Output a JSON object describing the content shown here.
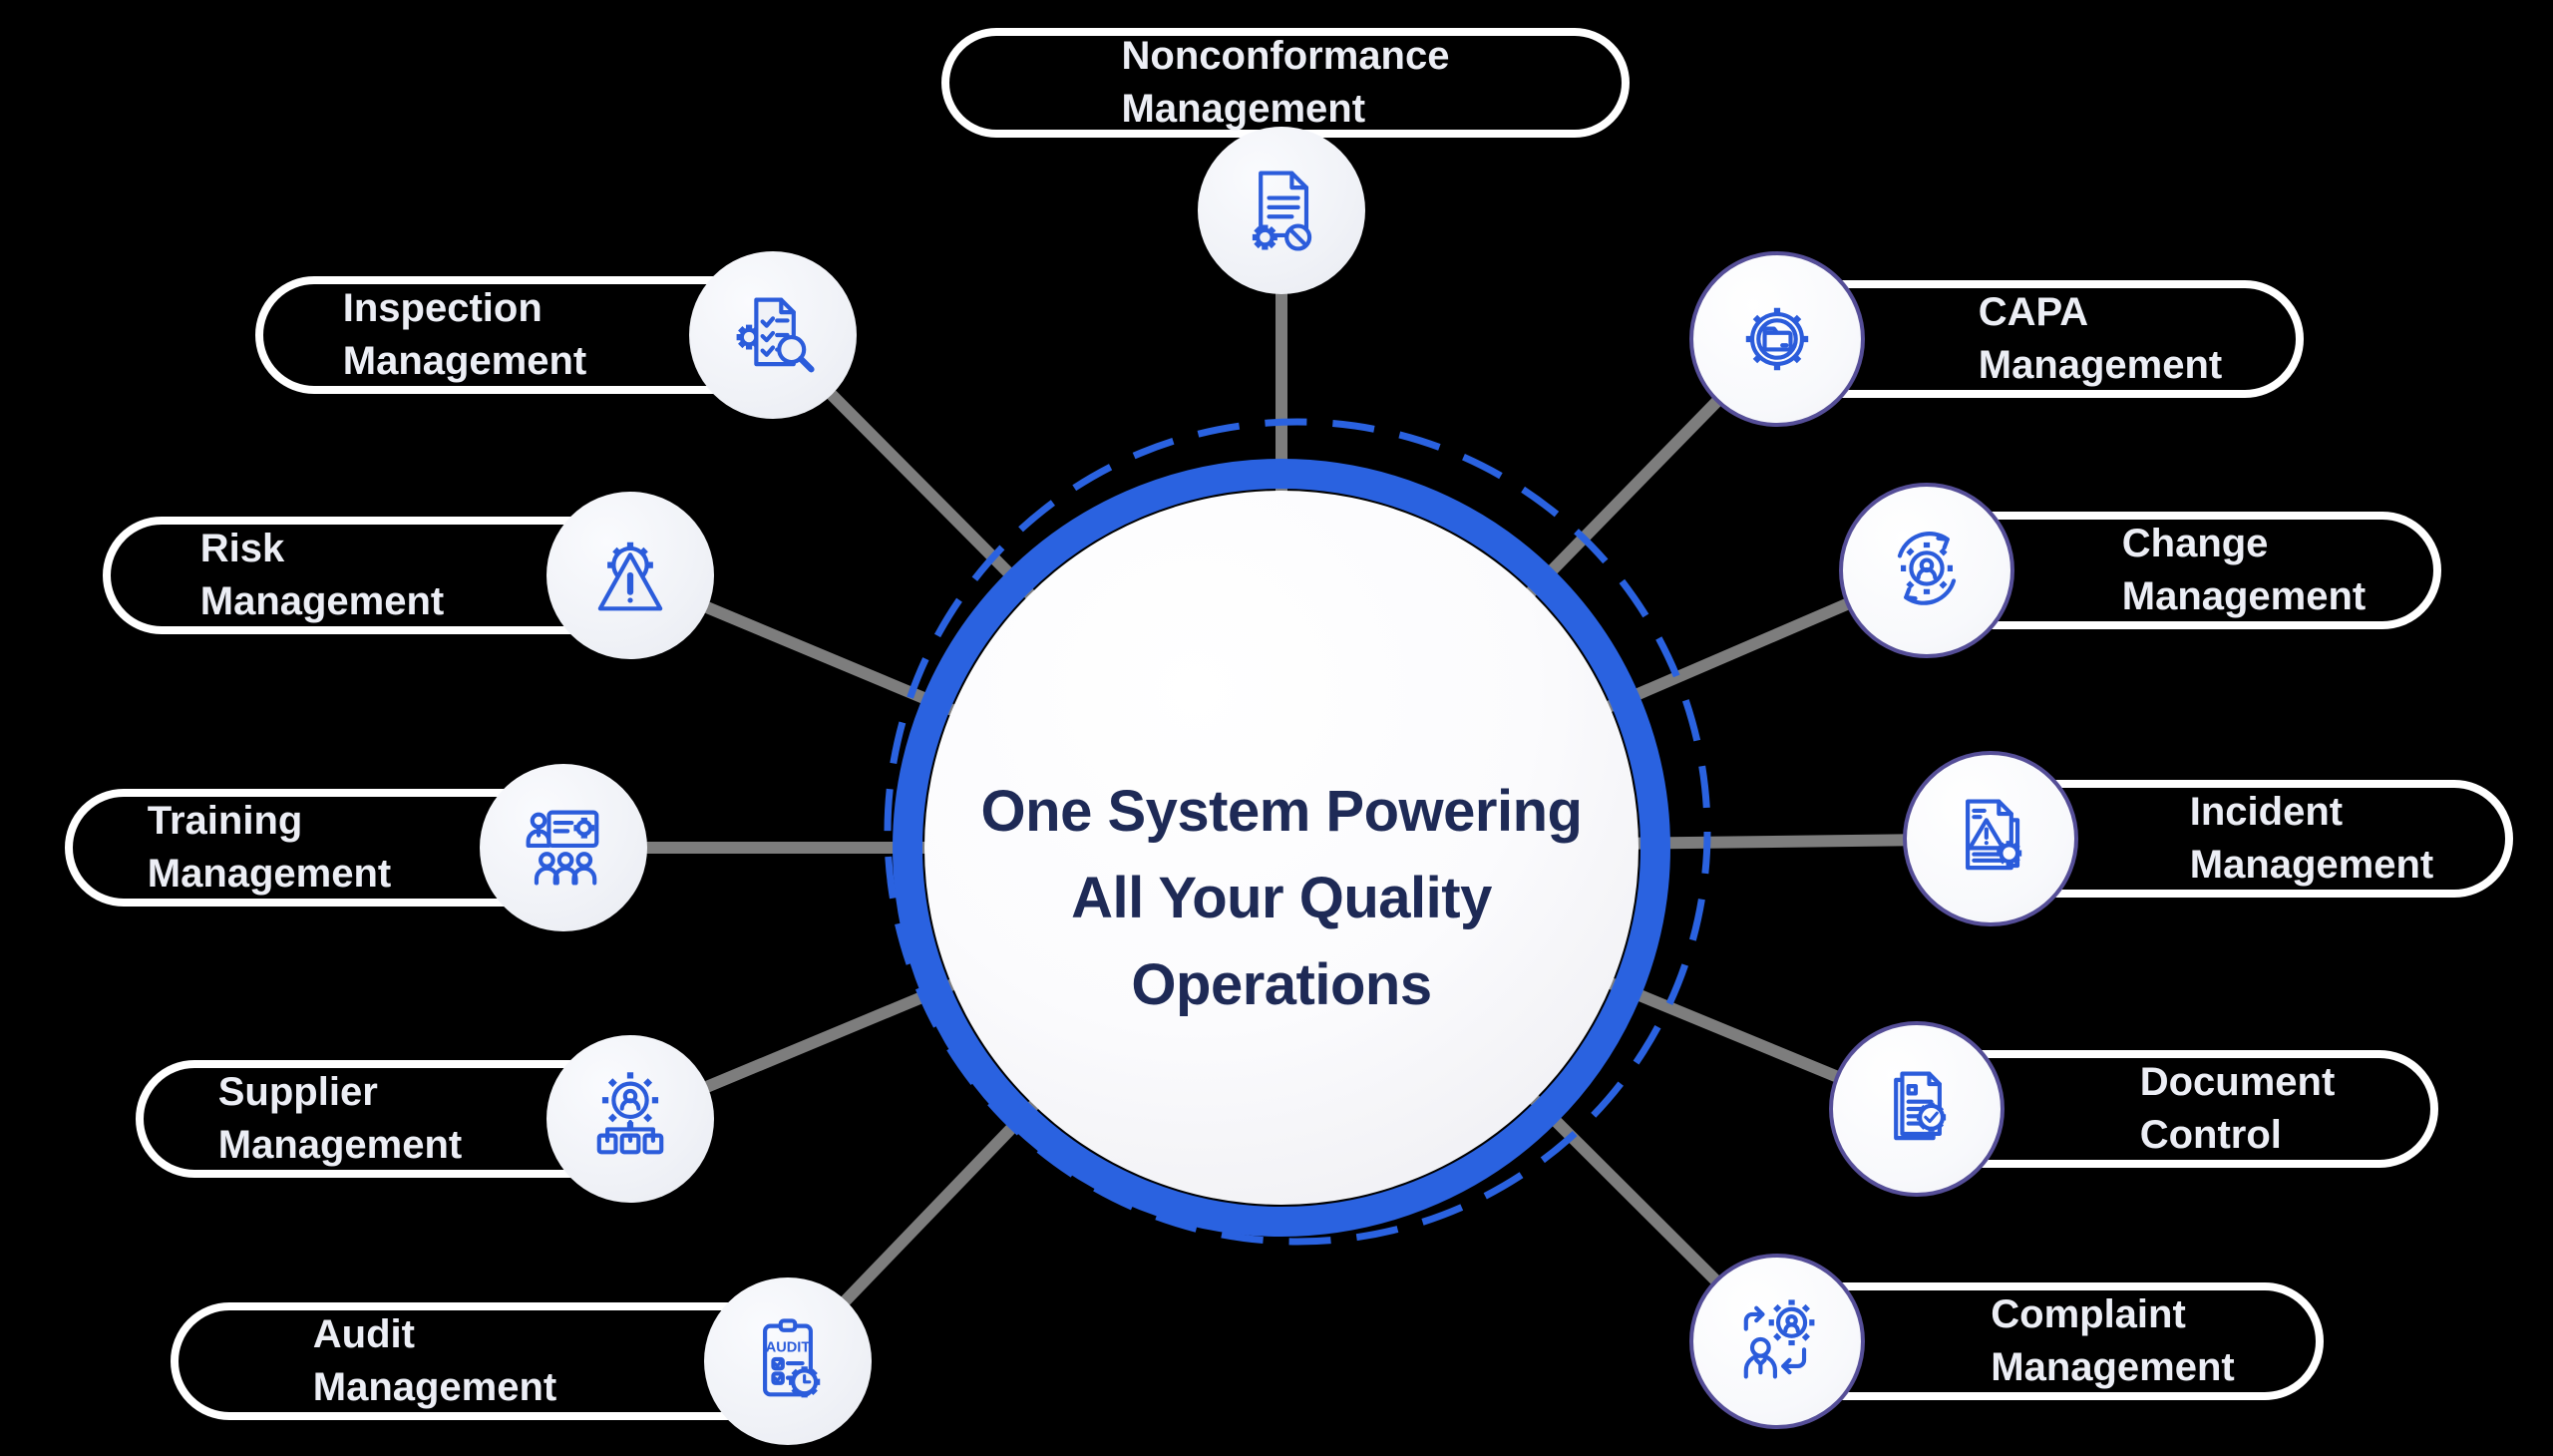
{
  "hub": {
    "title_lines": [
      "One System Powering",
      "All Your Quality",
      "Operations"
    ]
  },
  "nodes": [
    {
      "id": "nonconformance",
      "icon": "document-gear-prohibited-icon",
      "label_lines": [
        "Nonconformance",
        "Management"
      ]
    },
    {
      "id": "inspection",
      "icon": "checklist-magnifier-icon",
      "label_lines": [
        "Inspection",
        "Management"
      ]
    },
    {
      "id": "risk",
      "icon": "warning-gear-icon",
      "label_lines": [
        "Risk",
        "Management"
      ]
    },
    {
      "id": "training",
      "icon": "trainer-presentation-icon",
      "label_lines": [
        "Training",
        "Management"
      ]
    },
    {
      "id": "supplier",
      "icon": "supplier-network-icon",
      "label_lines": [
        "Supplier",
        "Management"
      ]
    },
    {
      "id": "audit",
      "icon": "audit-clipboard-clock-icon",
      "label_lines": [
        "Audit",
        "Management"
      ]
    },
    {
      "id": "capa",
      "icon": "gear-folder-icon",
      "label_lines": [
        "CAPA",
        "Management"
      ]
    },
    {
      "id": "change",
      "icon": "gear-person-cycle-icon",
      "label_lines": [
        "Change",
        "Management"
      ]
    },
    {
      "id": "incident",
      "icon": "incident-report-icon",
      "label_lines": [
        "Incident",
        "Management"
      ]
    },
    {
      "id": "document-control",
      "icon": "documents-check-icon",
      "label_lines": [
        "Document",
        "Control"
      ]
    },
    {
      "id": "complaint",
      "icon": "complaint-handling-icon",
      "label_lines": [
        "Complaint",
        "Management"
      ]
    }
  ],
  "icon_texts": {
    "audit": "AUDIT"
  },
  "colors": {
    "background": "#000000",
    "accent_blue": "#2a62e0",
    "icon_stroke": "#2b5cdb",
    "right_circle_border": "#554e97",
    "connector_gray": "#7d7d7d",
    "pill_border": "#ffffff",
    "pill_text": "#eceef5",
    "hub_text": "#1e2a56"
  }
}
